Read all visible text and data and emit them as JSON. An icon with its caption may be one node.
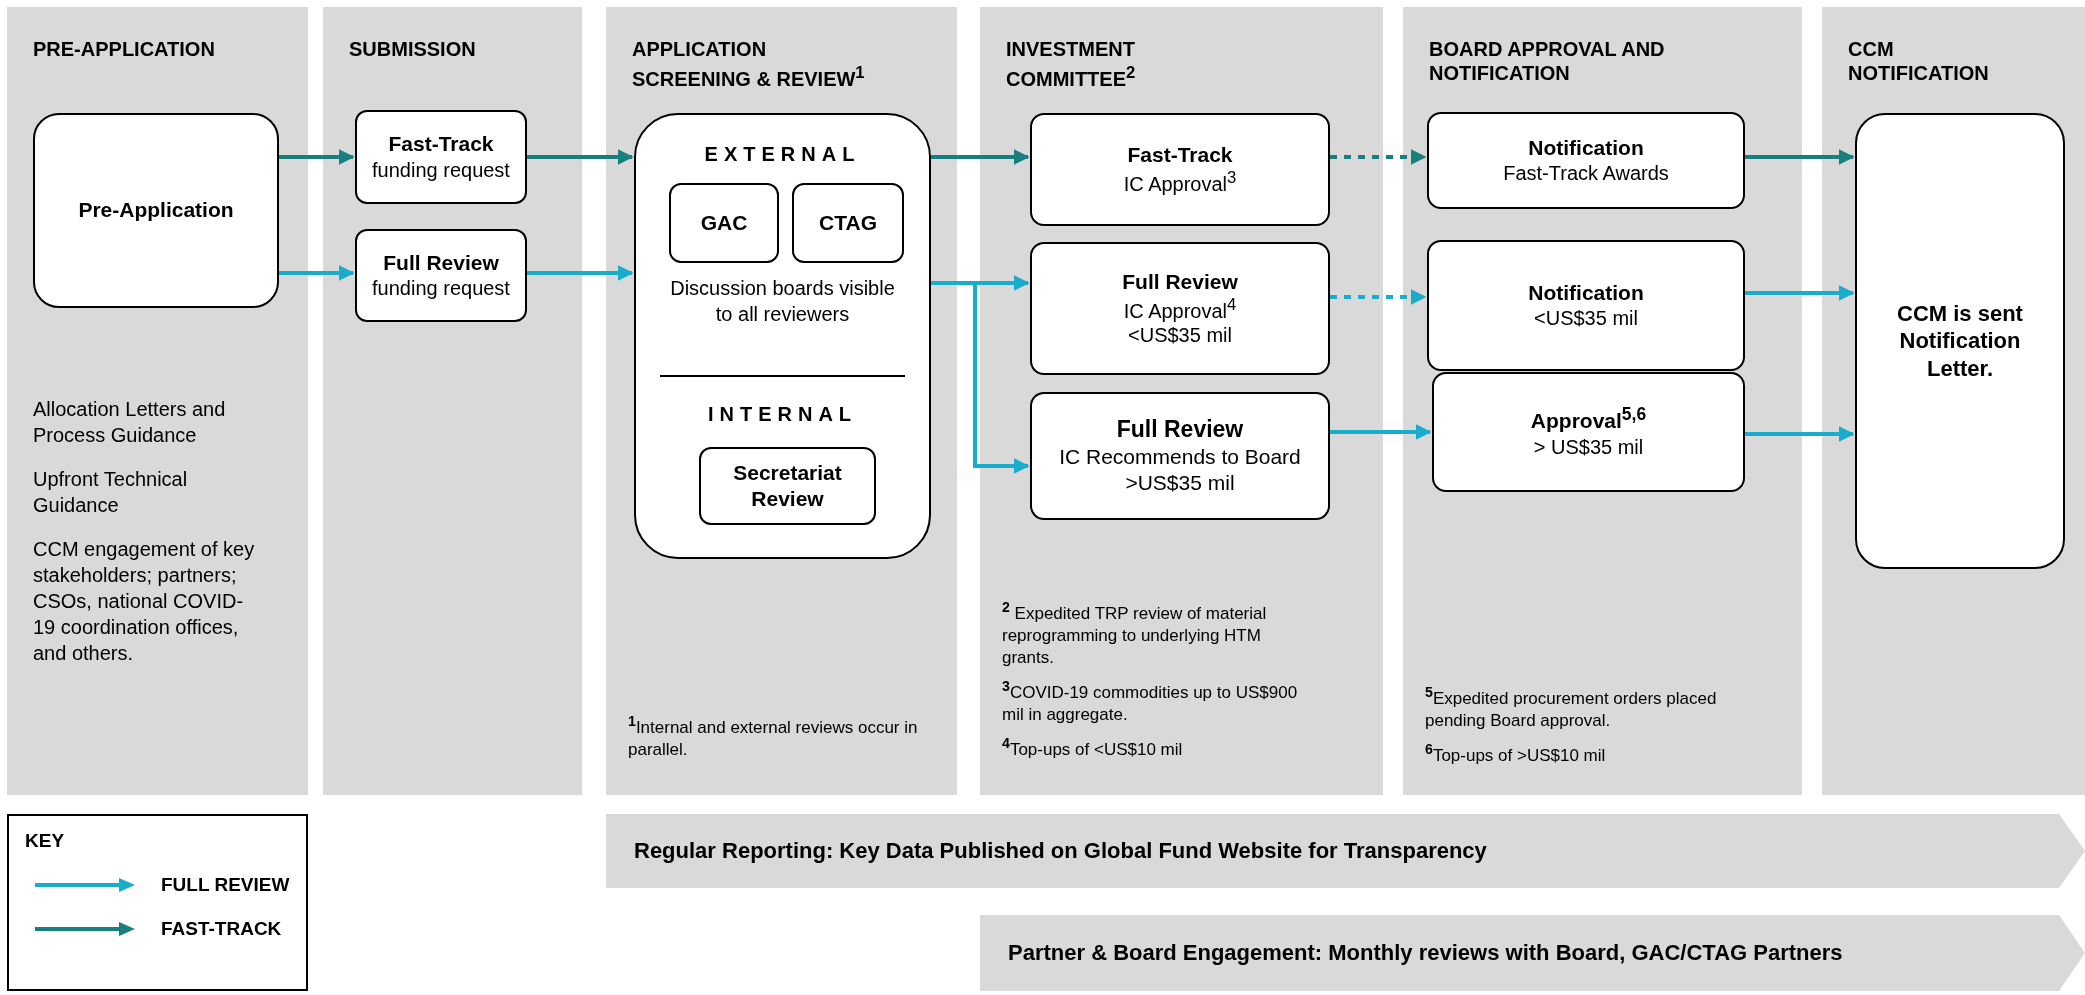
{
  "diagram": {
    "nodes": [
      {
        "text": [
          "PRE-APPLICATION",
          "Allocation Letters and Process Guidance",
          "Upfront Technical Guidance",
          "CCM engagement of key stakeholders; partners; CSOs, national COVID-19 coordination offices, and others."
        ]
      },
      {
        "text": [
          "Pre-Application"
        ],
        "in": 0
      },
      {
        "text": [
          "SUBMISSION"
        ]
      },
      {
        "text": [
          "Fast-Track",
          "funding request"
        ],
        "in": 2
      },
      {
        "text": [
          "Full Review",
          "funding request"
        ],
        "in": 2
      },
      {
        "text": [
          "APPLICATION SCREENING & REVIEW$^{1}$",
          "$^{1}$Internal and external reviews occur in parallel."
        ]
      },
      {
        "text": [
          "EXTERNAL",
          "Discussion boards visible to all reviewers",
          "INTERNAL"
        ],
        "in": 5
      },
      {
        "text": [
          "GAC"
        ],
        "in": 6
      },
      {
        "text": [
          "CTAG"
        ],
        "in": 6
      },
      {
        "text": [
          "Secretariat Review"
        ],
        "in": 6
      },
      {
        "text": [
          "INVESTMENT COMMITTEE$^{2}$",
          "$^{2}$ Expedited TRP review of material reprogramming to underlying HTM grants.",
          "$^{3}$COVID-19 commodities up to US$900 mil in aggregate.",
          "$^{4}$Top-ups of <US$10 mil"
        ]
      },
      {
        "text": [
          "Fast-Track",
          "IC Approval$^{3}$"
        ],
        "in": 10
      },
      {
        "text": [
          "Full Review",
          "IC Approval$^{4}$",
          "<US$35 mil"
        ],
        "in": 10
      },
      {
        "text": [
          "Full Review",
          "IC Recommends to Board >US$35 mil"
        ],
        "in": 10
      },
      {
        "text": [
          "BOARD APPROVAL AND NOTIFICATION",
          "$^{5}$Expedited procurement orders placed pending Board approval.",
          "$^{6}$Top-ups of >US$10 mil"
        ]
      },
      {
        "text": [
          "Notification",
          "Fast-Track Awards"
        ],
        "in": 14
      },
      {
        "text": [
          "Notification",
          "<US$35 mil"
        ],
        "in": 14
      },
      {
        "text": [
          "Approval$^{5,6}$",
          "> US$35 mil"
        ],
        "in": 14
      },
      {
        "text": [
          "CCM NOTIFICATION"
        ]
      },
      {
        "text": [
          "CCM is sent Notification Letter."
        ],
        "in": 18
      },
      {
        "text": [
          "Regular Reporting: Key Data Published on Global Fund Website for Transparency"
        ]
      },
      {
        "text": [
          "Partner & Board Engagement: Monthly reviews with Board, GAC/CTAG Partners"
        ]
      },
      {
        "text": [
          "KEY"
        ]
      }
    ],
    "edges": [
      {
        "from": 1,
        "to": 3,
        "arrow": "to",
        "color": "#17807e"
      },
      {
        "from": 1,
        "to": 4,
        "arrow": "to"
      },
      {
        "from": 3,
        "to": 6,
        "arrow": "to",
        "color": "#17807e"
      },
      {
        "from": 4,
        "to": 6,
        "arrow": "to"
      },
      {
        "from": 6,
        "to": 11,
        "arrow": "to",
        "color": "#17807e"
      },
      {
        "from": 6,
        "to": 12,
        "arrow": "to"
      },
      {
        "from": 6,
        "to": 13,
        "arrow": "to"
      },
      {
        "from": 11,
        "to": 15,
        "arrow": "to",
        "style": "dashed",
        "color": "#17807e"
      },
      {
        "from": 12,
        "to": 16,
        "arrow": "to",
        "style": "dashed"
      },
      {
        "from": 13,
        "to": 17,
        "arrow": "to"
      },
      {
        "from": 15,
        "to": 19,
        "arrow": "to",
        "color": "#17807e"
      },
      {
        "from": 16,
        "to": 19,
        "arrow": "to"
      },
      {
        "from": 17,
        "to": 19,
        "arrow": "to"
      }
    ],
    "legend": [
      {
        "text": "FULL REVIEW"
      },
      {
        "text": "FAST-TRACK"
      }
    ]
  }
}
